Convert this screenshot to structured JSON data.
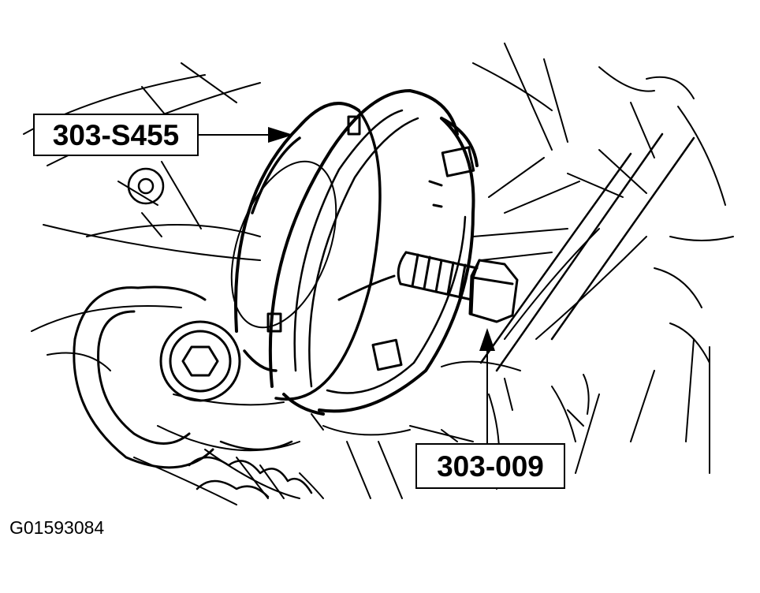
{
  "callouts": {
    "puller": "303-S455",
    "bolt": "303-009"
  },
  "figure_id": "G01593084",
  "colors": {
    "ink": "#000000",
    "background": "#ffffff"
  }
}
